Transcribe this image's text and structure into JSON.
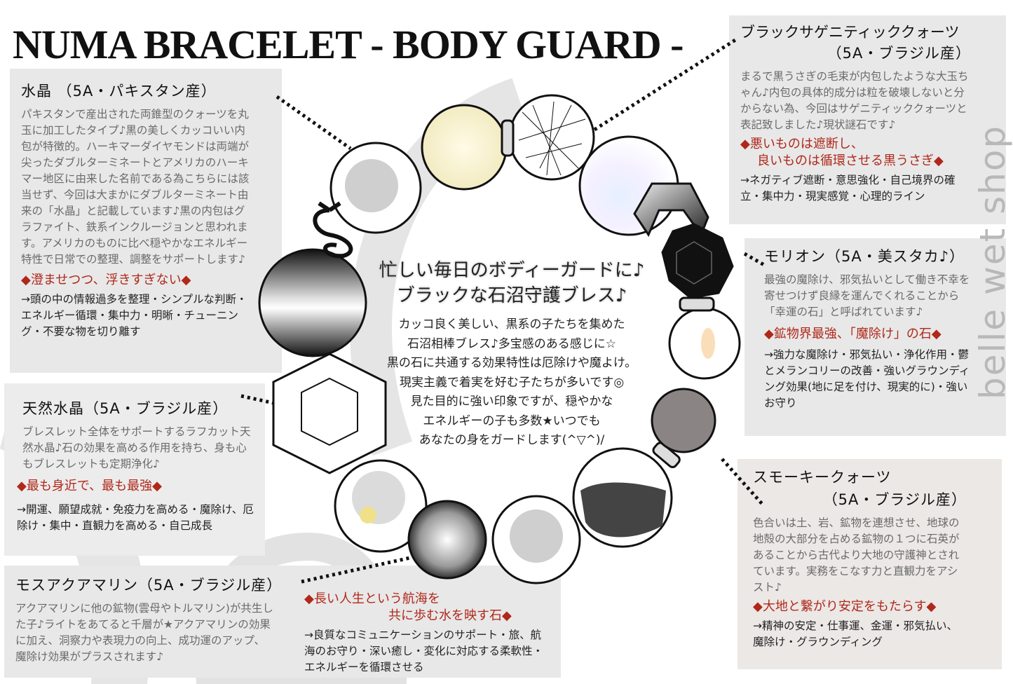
{
  "title": "NUMA BRACELET - BODY GUARD -",
  "watermark": "belle wet shop",
  "center": {
    "headline": [
      "忙しい毎日のボディーガードに♪",
      "ブラックな石沼守護ブレス♪"
    ],
    "lines": [
      "カッコ良く美しい、黒系の子たちを集めた",
      "石沼相棒ブレス♪多宝感のある感じに☆",
      "黒の石に共通する効果特性は厄除けや魔よけ。",
      "現実主義で着実を好む子たちが多いです◎",
      "見た目的に強い印象ですが、穏やかな",
      "エネルギーの子も多数★いつでも",
      "あなたの身をガードします(^▽^)/"
    ]
  },
  "stones": [
    {
      "id": "quartz",
      "name": "水晶 （5A・パキスタン産）",
      "body": "パキスタンで産出された両錐型のクォーツを丸玉に加工したタイプ♪黒の美しくカッコいい内包が特徴的。ハーキマーダイヤモンドは両端が尖ったダブルターミネートとアメリカのハーキマー地区に由来した名前である為こちらには該当せず、今回は大まかにダブルターミネート由来の「水晶」と記載しています♪黒の内包はグラファイト、鉄系インクルージョンと思われます。アメリカのものに比べ穏やかなエネルギー特性で日常での整理、調整をサポートします♪",
      "slogan": [
        "◆澄ませつつ、浮きすぎない◆"
      ],
      "effects": "→頭の中の情報過多を整理・シンプルな判断・エネルギー循環・集中力・明晰・チューニング・不要な物を切り離す"
    },
    {
      "id": "black-sagenitic",
      "name": "ブラックサゲニティッククォーツ",
      "origin": "（5A・ブラジル産）",
      "body": "まるで黒うさぎの毛束が内包したような大玉ちゃん♪内包の具体的成分は粒を破壊しないと分からない為、今回はサゲニティッククォーツと表記致しました♪現状謎石です♪",
      "slogan": [
        "◆悪いものは遮断し、",
        "良いものは循環させる黒うさぎ◆"
      ],
      "effects": "→ネガティブ遮断・意思強化・自己境界の確立・集中力・現実感覚・心理的ライン"
    },
    {
      "id": "morion",
      "name": "モリオン（5A・美スタカ♪）",
      "body": "最強の魔除け、邪気払いとして働き不幸を寄せつけず良縁を運んでくれることから「幸運の石」と呼ばれています♪",
      "slogan": [
        "◆鉱物界最強、「魔除け」の石◆"
      ],
      "effects": "→強力な魔除け・邪気払い・浄化作用・鬱とメランコリーの改善・強いグラウンディング効果(地に足を付け、現実的に)・強いお守り"
    },
    {
      "id": "natural-crystal",
      "name": "天然水晶（5A・ブラジル産）",
      "body": "ブレスレット全体をサポートするラフカット天然水晶♪石の効果を高める作用を持ち、身も心もブレスレットも定期浄化♪",
      "slogan": [
        "◆最も身近で、最も最強◆"
      ],
      "effects": "→開運、願望成就・免疫力を高める・魔除け、厄除け・集中・直観力を高める・自己成長"
    },
    {
      "id": "smoky-quartz",
      "name": "スモーキークォーツ",
      "origin": "（5A・ブラジル産）",
      "body": "色合いは土、岩、鉱物を連想させ、地球の地殻の大部分を占める鉱物の１つに石英があることから古代より大地の守護神とされています。実務をこなす力と直観力をアシスト♪",
      "slogan": [
        "◆大地と繋がり安定をもたらす◆"
      ],
      "effects": "→精神の安定・仕事運、金運・邪気払い、魔除け・グラウンディング"
    },
    {
      "id": "moss-aquamarine",
      "name": "モスアクアマリン（5A・ブラジル産）",
      "body": "アクアマリンに他の鉱物(雲母やトルマリン)が共生した子♪ライトをあてると千層が★アクアマリンの効果に加え、洞察力や表現力の向上、成功運のアップ、魔除け効果がプラスされます♪",
      "slogan": [
        "◆長い人生という航海を",
        "共に歩む水を映す石◆"
      ],
      "effects": "→良質なコミュニケーションのサポート・旅、航海のお守り・深い癒し・変化に対応する柔軟性・エネルギーを循環させる"
    }
  ],
  "colors": {
    "panel": "#e8e8e8",
    "slogan": "#b0281a",
    "body": "#6a6a6a",
    "watermark": "#c8c8c8"
  }
}
